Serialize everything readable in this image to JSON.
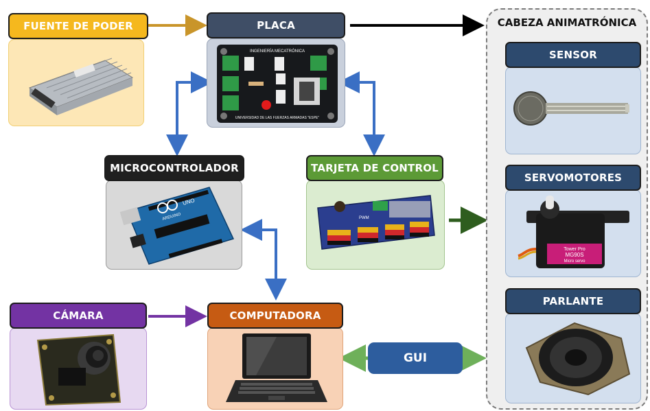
{
  "group": {
    "title": "CABEZA ANIMATRÓNICA"
  },
  "nodes": {
    "fuente": {
      "label": "FUENTE DE PODER",
      "color": "#f5b81e",
      "bg": "#fde7b6"
    },
    "placa": {
      "label": "PLACA",
      "color": "#3f4e66",
      "bg": "#c9d0dc"
    },
    "microcontrolador": {
      "label": "MICROCONTROLADOR",
      "color": "#1f1f1f",
      "bg": "#d9d9d9"
    },
    "tarjeta": {
      "label": "TARJETA DE CONTROL",
      "color": "#5c9a36",
      "bg": "#dbecd0"
    },
    "camara": {
      "label": "CÁMARA",
      "color": "#7333a3",
      "bg": "#e7d9f1"
    },
    "computadora": {
      "label": "COMPUTADORA",
      "color": "#c65b13",
      "bg": "#f8d2b6"
    },
    "sensor": {
      "label": "SENSOR",
      "color": "#2d4a6e",
      "bg": "#d3dfee"
    },
    "servomotores": {
      "label": "SERVOMOTORES",
      "color": "#2d4a6e",
      "bg": "#d3dfee"
    },
    "parlante": {
      "label": "PARLANTE",
      "color": "#2d4a6e",
      "bg": "#d3dfee"
    }
  },
  "gui": {
    "label": "GUI"
  },
  "board_texts": {
    "top": "INGENIERÍA MECATRÓNICA",
    "bottom": "UNIVERSIDAD DE LAS FUERZAS ARMADAS \"ESPE\""
  },
  "product_texts": {
    "arduino": "UNO",
    "arduino_brand": "ARDUINO",
    "servo_brand": "Tower Pro",
    "servo_model": "MG90S",
    "servo_type": "Micro servo",
    "pwm": "PWM"
  },
  "arrow_colors": {
    "fuente_placa": "#c9952a",
    "placa_group": "#000000",
    "bidirectional_blue": "#3a6fc4",
    "tarjeta_group": "#2e5d1e",
    "camara_computadora": "#7333a3",
    "gui": "#6eb05a"
  }
}
